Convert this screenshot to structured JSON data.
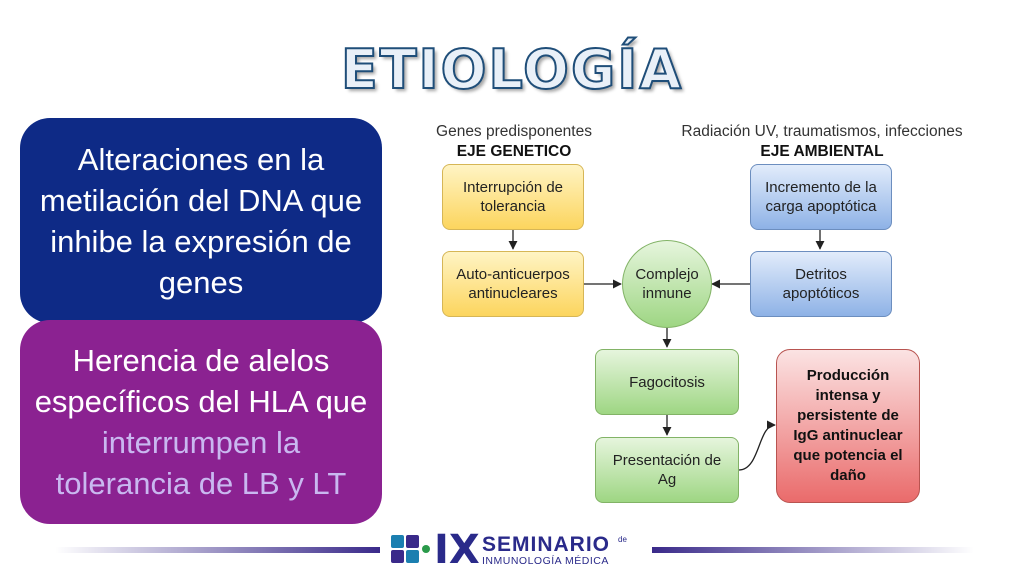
{
  "title": "ETIOLOGÍA",
  "cards": {
    "methylation": "Alteraciones en la metilación del DNA que inhibe la expresión de genes",
    "hla_prefix": "Herencia de alelos específicos del HLA que ",
    "hla_highlight": "interrumpen la tolerancia de LB y LT"
  },
  "axes": {
    "genetic_sub": "Genes predisponentes",
    "genetic_title": "EJE GENETICO",
    "env_sub": "Radiación UV, traumatismos, infecciones",
    "env_title": "EJE AMBIENTAL"
  },
  "nodes": {
    "interruption": "Interrupción de tolerancia",
    "autoantibodies": "Auto-anticuerpos antinucleares",
    "complex": "Complejo inmune",
    "apoptotic_load": "Incremento de la carga apoptótica",
    "apoptotic_debris": "Detritos apoptóticos",
    "phagocytosis": "Fagocitosis",
    "presentation": "Presentación de Ag",
    "production": "Producción intensa y persistente de IgG antinuclear que potencia el daño"
  },
  "footer": {
    "numeral": "IX",
    "seminar": "SEMINARIO",
    "de": "de",
    "subtitle": "INMUNOLOGÍA MÉDICA"
  },
  "colors": {
    "card_blue": "#0e2a86",
    "card_purple": "#8b2291",
    "title_stroke": "#1f4e79"
  }
}
